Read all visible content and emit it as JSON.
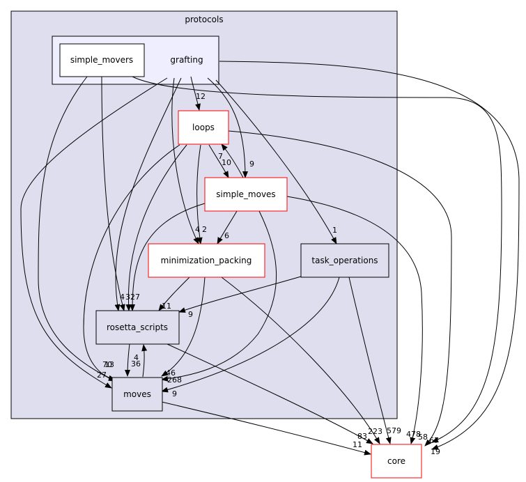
{
  "graph": {
    "clusters": {
      "protocols": {
        "label": "protocols",
        "fill": "#dedeee"
      },
      "grafting": {
        "label": "grafting",
        "fill": "#eeeeff"
      }
    },
    "nodes": {
      "simple_movers": {
        "label": "simple_movers",
        "border": "#000000",
        "fill": "#ffffff"
      },
      "loops": {
        "label": "loops",
        "border": "#ff0000",
        "fill": "#ffffff"
      },
      "simple_moves": {
        "label": "simple_moves",
        "border": "#ff0000",
        "fill": "#ffffff"
      },
      "minimization_packing": {
        "label": "minimization_packing",
        "border": "#ff0000",
        "fill": "#ffffff"
      },
      "task_operations": {
        "label": "task_operations",
        "border": "#000000",
        "fill": "#dedeee"
      },
      "rosetta_scripts": {
        "label": "rosetta_scripts",
        "border": "#000000",
        "fill": "#dedeee"
      },
      "moves": {
        "label": "moves",
        "border": "#000000",
        "fill": "#dedeee"
      },
      "core": {
        "label": "core",
        "border": "#ff0000",
        "fill": "#ffffff"
      }
    },
    "edge_labels": {
      "grafting_loops": "12",
      "grafting_simple_moves": "9",
      "grafting_task_operations": "1",
      "grafting_core": "19",
      "loops_simple_moves": "10",
      "simple_moves_loops": "7",
      "minpack_a": "4",
      "minpack_b": "2",
      "simple_moves_minpack": "6",
      "task_ops_rosetta": "9",
      "minpack_rosetta": "11",
      "rosetta_a": "4",
      "rosetta_b": "3",
      "rosetta_c": "27",
      "moves_rosetta": "4",
      "rosetta_moves": "36",
      "moves_a": "70",
      "moves_b": "13",
      "moves_c": "27",
      "moves_d": "46",
      "moves_e": "268",
      "moves_f": "9",
      "core_a": "83",
      "core_b": "11",
      "core_c": "223",
      "core_d": "579",
      "core_e": "478",
      "core_f": "58",
      "core_g": "67"
    }
  }
}
